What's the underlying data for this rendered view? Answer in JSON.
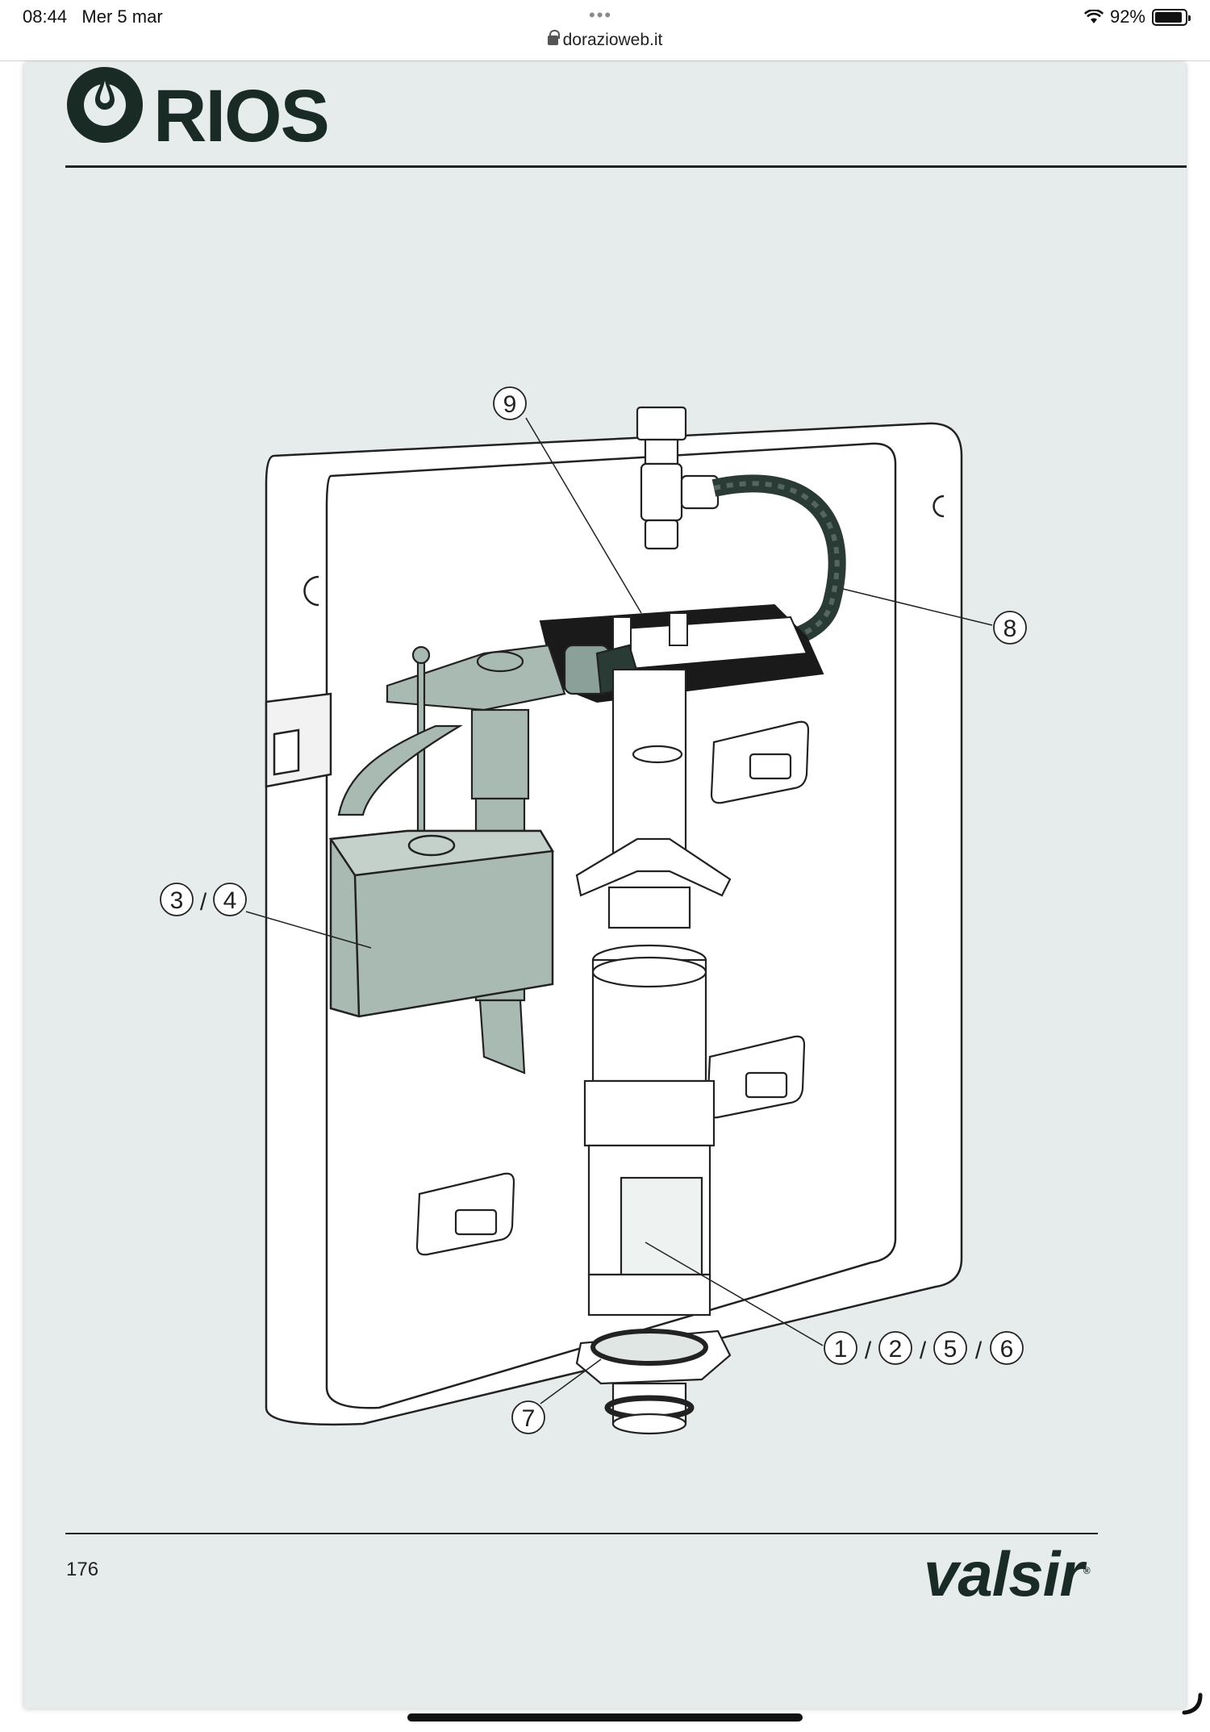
{
  "statusbar": {
    "time": "08:44",
    "date": "Mer 5 mar",
    "dots": "•••",
    "url": "dorazioweb.it",
    "battery": "92%",
    "battery_level": 0.92
  },
  "document": {
    "brand": "RIOS",
    "page_number": "176",
    "maker": "valsir",
    "maker_mark": "®",
    "callouts": {
      "c9": "9",
      "c8": "8",
      "c3": "3",
      "c4": "4",
      "c1": "1",
      "c2": "2",
      "c5": "5",
      "c6": "6",
      "c7": "7",
      "slash": "/"
    }
  },
  "colors": {
    "page_bg": "#e6ebeb",
    "ink": "#1a2a25",
    "float_green": "#a9bab2",
    "hose_dark": "#2a3a35"
  }
}
